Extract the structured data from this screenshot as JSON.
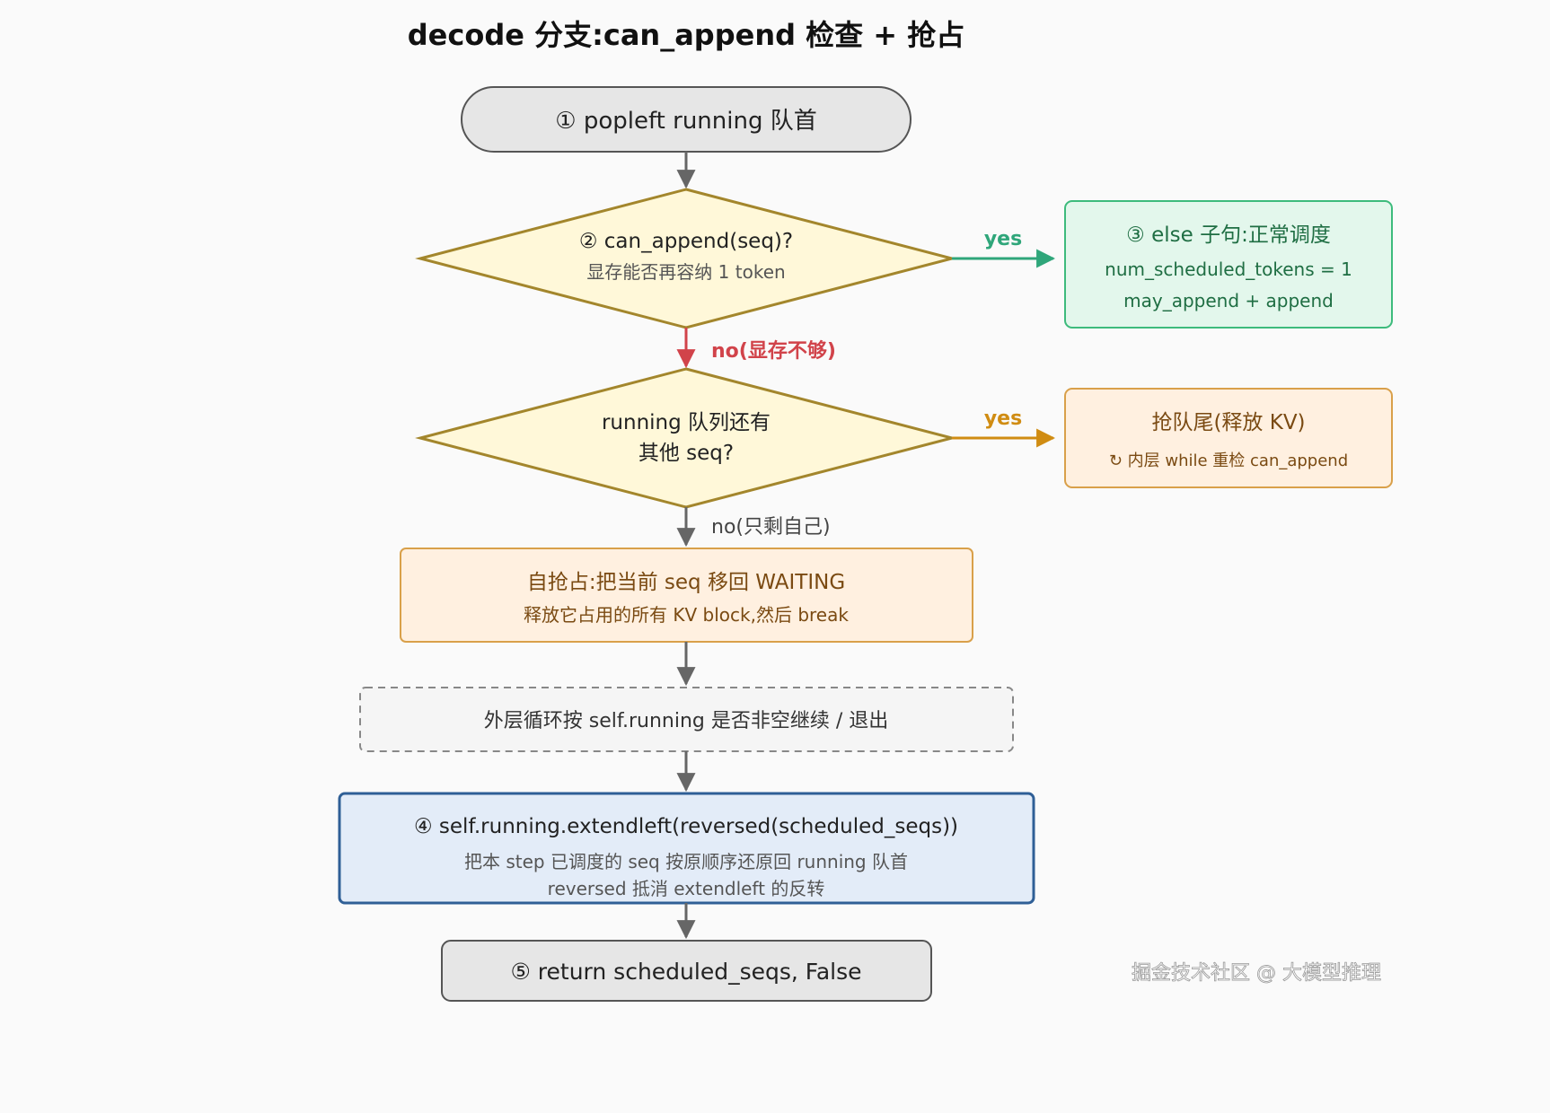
{
  "title": "decode 分支:can_append 检查 + 抢占",
  "nodes": {
    "popleft": {
      "label": "① popleft running 队首"
    },
    "can_append": {
      "label": "② can_append(seq)?",
      "sub": "显存能否再容纳 1 token"
    },
    "else_branch": {
      "label": "③ else 子句:正常调度",
      "line1": "num_scheduled_tokens = 1",
      "line2": "may_append + append"
    },
    "has_other": {
      "line1": "running 队列还有",
      "line2": "其他 seq?"
    },
    "preempt_tail": {
      "label": "抢队尾(释放 KV)",
      "sub": "↻ 内层 while 重检 can_append"
    },
    "self_preempt": {
      "line1": "自抢占:把当前 seq 移回 WAITING",
      "line2": "释放它占用的所有 KV block,然后 break"
    },
    "outer_loop": {
      "label": "外层循环按 self.running 是否非空继续 / 退出"
    },
    "extendleft": {
      "label": "④ self.running.extendleft(reversed(scheduled_seqs))",
      "line1": "把本 step 已调度的 seq 按原顺序还原回 running 队首",
      "line2": "reversed 抵消 extendleft 的反转"
    },
    "return": {
      "label": "⑤ return scheduled_seqs, False"
    }
  },
  "edges": {
    "yes1": "yes",
    "no1": "no(显存不够)",
    "yes2": "yes",
    "no2": "no(只剩自己)"
  },
  "watermark": "掘金技术社区 @ 大模型推理",
  "colors": {
    "gray_fill": "#e6e6e6",
    "gray_stroke": "#555555",
    "diamond_fill": "#fff8d9",
    "diamond_stroke": "#a3862c",
    "green_fill": "#e3f7ec",
    "green_stroke": "#3dbb7c",
    "green_text": "#1f6e43",
    "orange_fill": "#fff0e0",
    "orange_stroke": "#d9a04a",
    "orange_text": "#7a4a12",
    "blue_fill": "#e3ecf8",
    "blue_stroke": "#2f5f96",
    "red": "#d1434a",
    "green_arrow": "#2fa67a",
    "orange_arrow": "#d08c12",
    "arrow_gray": "#666666"
  }
}
